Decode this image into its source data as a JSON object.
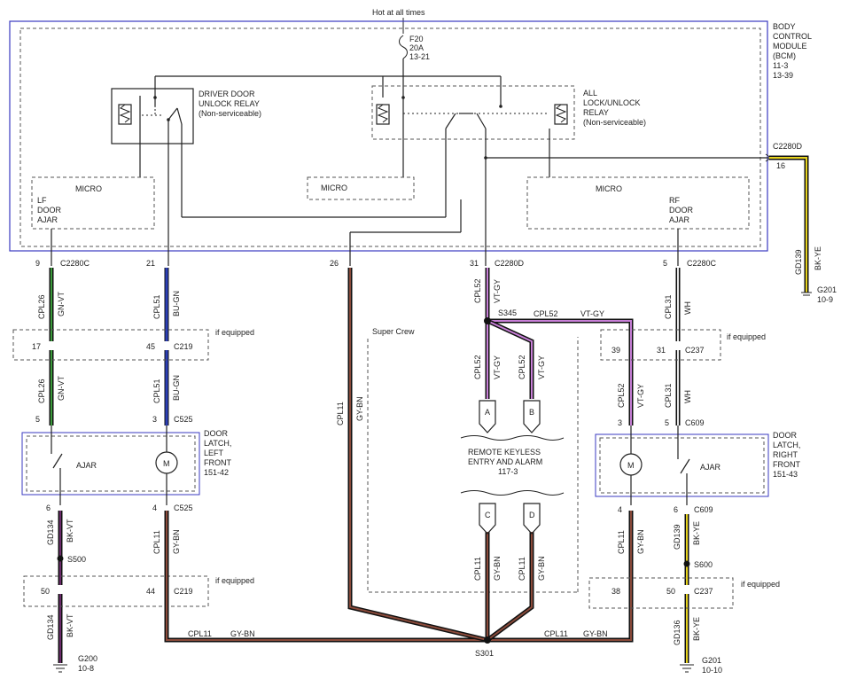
{
  "top": {
    "hot": "Hot at all times",
    "fuse_id": "F20",
    "fuse_amp": "20A",
    "fuse_ref": "13-21"
  },
  "bcm": {
    "l1": "BODY",
    "l2": "CONTROL",
    "l3": "MODULE",
    "l4": "(BCM)",
    "l5": "11-3",
    "l6": "13-39"
  },
  "relay_driver": {
    "l1": "DRIVER DOOR",
    "l2": "UNLOCK RELAY",
    "l3": "(Non-serviceable)"
  },
  "relay_all": {
    "l1": "ALL",
    "l2": "LOCK/UNLOCK",
    "l3": "RELAY",
    "l4": "(Non-serviceable)"
  },
  "micro_lf": {
    "title": "MICRO",
    "l1": "LF",
    "l2": "DOOR",
    "l3": "AJAR"
  },
  "micro_mid": {
    "title": "MICRO"
  },
  "micro_rf": {
    "title": "MICRO",
    "l1": "RF",
    "l2": "DOOR",
    "l3": "AJAR"
  },
  "c2280d_top": {
    "conn": "C2280D",
    "pin": "16",
    "circuit": "GD139",
    "color": "BK-YE",
    "ground": "G201",
    "ground_ref": "10-9"
  },
  "pins_top": {
    "p9": "9",
    "c9": "C2280C",
    "p21": "21",
    "p26": "26",
    "p31": "31",
    "c31": "C2280D",
    "p5": "5",
    "c5": "C2280C"
  },
  "wires": {
    "cpl26": "CPL26",
    "gnvt": "GN-VT",
    "cpl51": "CPL51",
    "bugn": "BU-GN",
    "cpl11": "CPL11",
    "gybn": "GY-BN",
    "cpl52": "CPL52",
    "vtgy": "VT-GY",
    "cpl31": "CPL31",
    "wh": "WH",
    "gd134": "GD134",
    "bkvt": "BK-VT",
    "gd139": "GD139",
    "bkye": "BK-YE",
    "gd136": "GD136"
  },
  "c219": {
    "p17": "17",
    "p45": "45",
    "conn": "C219",
    "note": "if equipped"
  },
  "c237": {
    "p39": "39",
    "p31": "31",
    "conn": "C237",
    "note": "if equipped"
  },
  "c525": {
    "p5": "5",
    "p3": "3",
    "conn": "C525",
    "p4": "4"
  },
  "c609": {
    "p3": "3",
    "p5": "5",
    "conn": "C609",
    "p4": "4",
    "p6": "6"
  },
  "latch_left": {
    "l1": "DOOR",
    "l2": "LATCH,",
    "l3": "LEFT",
    "l4": "FRONT",
    "l5": "151-42",
    "ajar": "AJAR",
    "motor": "M"
  },
  "latch_right": {
    "l1": "DOOR",
    "l2": "LATCH,",
    "l3": "RIGHT",
    "l4": "FRONT",
    "l5": "151-43",
    "ajar": "AJAR",
    "motor": "M"
  },
  "splices": {
    "s345": "S345",
    "s500": "S500",
    "s600": "S600",
    "s301": "S301"
  },
  "supercrew": "Super Crew",
  "rke": {
    "l1": "REMOTE KEYLESS",
    "l2": "ENTRY AND ALARM",
    "l3": "117-3",
    "a": "A",
    "b": "B",
    "c": "C",
    "d": "D"
  },
  "lower_c219": {
    "p50": "50",
    "p44": "44",
    "conn": "C219",
    "note": "if equipped"
  },
  "lower_c237": {
    "p38": "38",
    "p50": "50",
    "conn": "C237",
    "note": "if equipped"
  },
  "left_bottom": {
    "p6": "6"
  },
  "grounds": {
    "g200": "G200",
    "g200_ref": "10-8",
    "g201": "G201",
    "g201_ref": "10-10"
  },
  "colors": {
    "green": "#3a9a3a",
    "blue": "#2c3fb5",
    "brown": "#8a4a3a",
    "violet": "#c77fd6",
    "white": "#e8e8e8",
    "black": "#111111",
    "yellow": "#e6d21e",
    "bcm_border": "#3a3ac0"
  }
}
